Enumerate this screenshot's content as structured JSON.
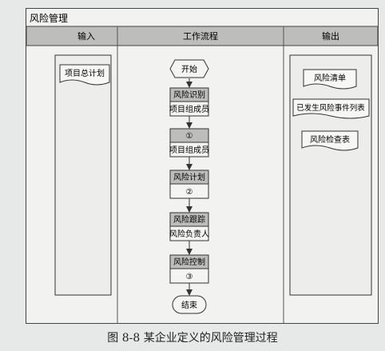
{
  "diagram": {
    "title": "风险管理",
    "columns": {
      "input": "输入",
      "workflow": "工作流程",
      "output": "输出"
    },
    "input_doc": "项目总计划",
    "workflow": {
      "start": "开始",
      "step1": {
        "top": "风险识别",
        "bottom": "项目组成员"
      },
      "step2": {
        "top": "①",
        "bottom": "项目组成员"
      },
      "step3": {
        "top": "风险计划",
        "bottom": "②"
      },
      "step4": {
        "top": "风险跟踪",
        "bottom": "风险负责人"
      },
      "step5": {
        "top": "风险控制",
        "bottom": "③"
      },
      "end": "结束"
    },
    "outputs": [
      "风险清单",
      "已发生风险事件列表",
      "风险检查表"
    ]
  },
  "caption": "图 8-8   某企业定义的风险管理过程"
}
